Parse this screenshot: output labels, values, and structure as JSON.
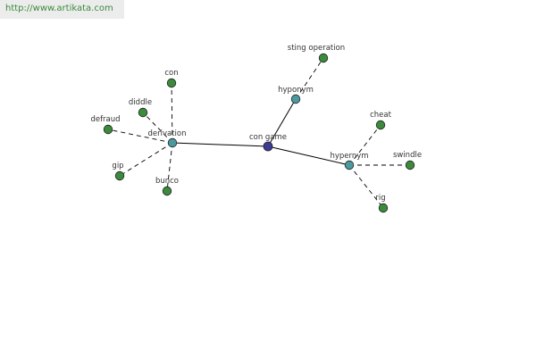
{
  "site_url": "http://www.artikata.com",
  "colors": {
    "center": "#3c3c96",
    "relation": "#4a9aa0",
    "leaf": "#3c8a3c",
    "url": "#3a8a3a"
  },
  "center": {
    "id": "con-game",
    "label": "con game"
  },
  "relations": [
    {
      "id": "derivation",
      "label": "derivation",
      "edge": "solid"
    },
    {
      "id": "hyponym",
      "label": "hyponym",
      "edge": "solid"
    },
    {
      "id": "hypernym",
      "label": "hypernym",
      "edge": "solid"
    }
  ],
  "leaves": [
    {
      "id": "con",
      "label": "con",
      "relation": "derivation"
    },
    {
      "id": "diddle",
      "label": "diddle",
      "relation": "derivation"
    },
    {
      "id": "defraud",
      "label": "defraud",
      "relation": "derivation"
    },
    {
      "id": "gip",
      "label": "gip",
      "relation": "derivation"
    },
    {
      "id": "bunco",
      "label": "bunco",
      "relation": "derivation"
    },
    {
      "id": "sting-operation",
      "label": "sting operation",
      "relation": "hyponym"
    },
    {
      "id": "cheat",
      "label": "cheat",
      "relation": "hypernym"
    },
    {
      "id": "swindle",
      "label": "swindle",
      "relation": "hypernym"
    },
    {
      "id": "rig",
      "label": "rig",
      "relation": "hypernym"
    }
  ]
}
